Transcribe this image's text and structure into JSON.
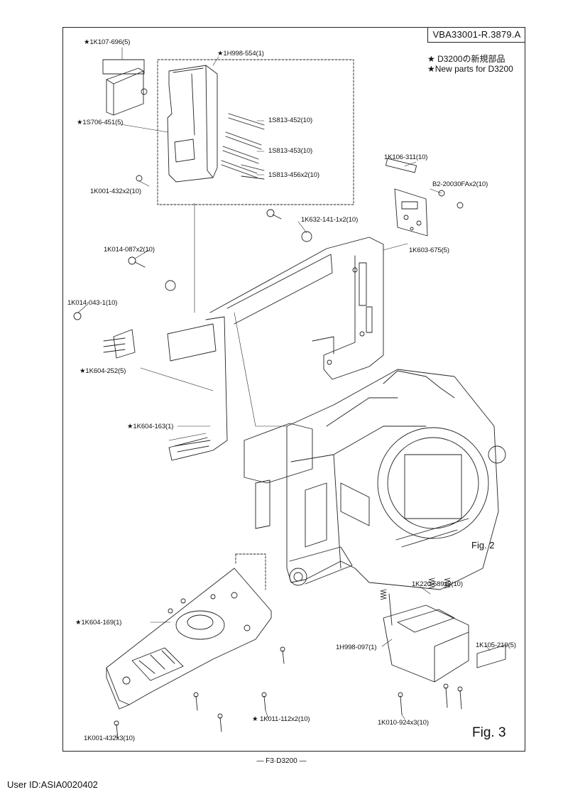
{
  "header": {
    "doc_id": "VBA33001-R.3879.A",
    "note_jp": "★ D3200の新規部品",
    "note_en": "★New parts for D3200"
  },
  "parts": {
    "p01": "★1K107-696(5)",
    "p02": "★1H998-554(1)",
    "p03": "★1S706-451(5)",
    "p04": "1S813-452(10)",
    "p05": "1S813-453(10)",
    "p06": "1S813-456x2(10)",
    "p07": "1K001-432x2(10)",
    "p08": "1K106-311(10)",
    "p09": "B2-20030FAx2(10)",
    "p10": "1K632-141-1x2(10)",
    "p11": "1K603-675(5)",
    "p12": "1K014-087x2(10)",
    "p13": "1K014-043-1(10)",
    "p14": "★1K604-252(5)",
    "p15": "★1K604-163(1)",
    "p16": "1K220-689x3(10)",
    "p17": "★1K604-169(1)",
    "p18": "1H998-097(1)",
    "p19": "1K105-219(5)",
    "p20": "★ 1K011-112x2(10)",
    "p21": "1K010-924x3(10)",
    "p22": "1K001-432x3(10)"
  },
  "figures": {
    "fig2": "Fig. 2",
    "fig3": "Fig. 3"
  },
  "footer": {
    "page": "— F3·D3200 —",
    "user_id": "User ID:ASIA0020402"
  }
}
